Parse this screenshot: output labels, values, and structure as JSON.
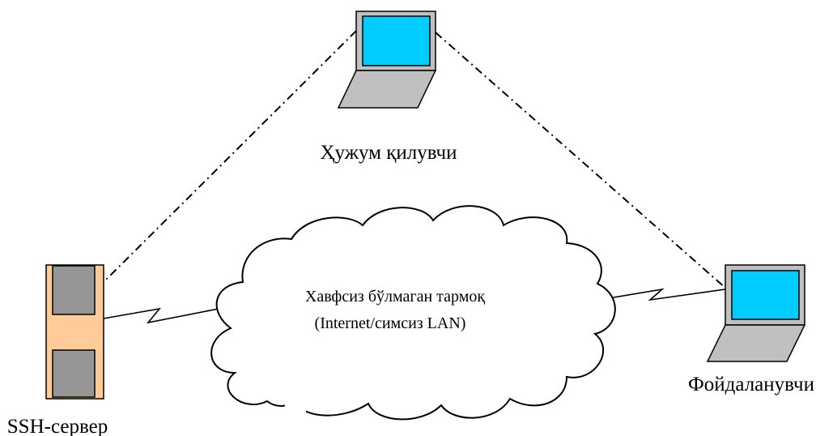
{
  "nodes": {
    "attacker": {
      "label": "Ҳужум қилувчи"
    },
    "server": {
      "label": "SSH-сервер"
    },
    "user": {
      "label": "Фойдаланувчи"
    }
  },
  "network": {
    "line1": "Хавфсиз бўлмаган тармоқ",
    "line2": "(Internet/симсиз LAN)"
  },
  "colors": {
    "screen": "#00ccff",
    "laptop_base": "#c0c0c0",
    "server_body": "#ffcc99",
    "server_panel": "#969696",
    "outline": "#000000"
  }
}
